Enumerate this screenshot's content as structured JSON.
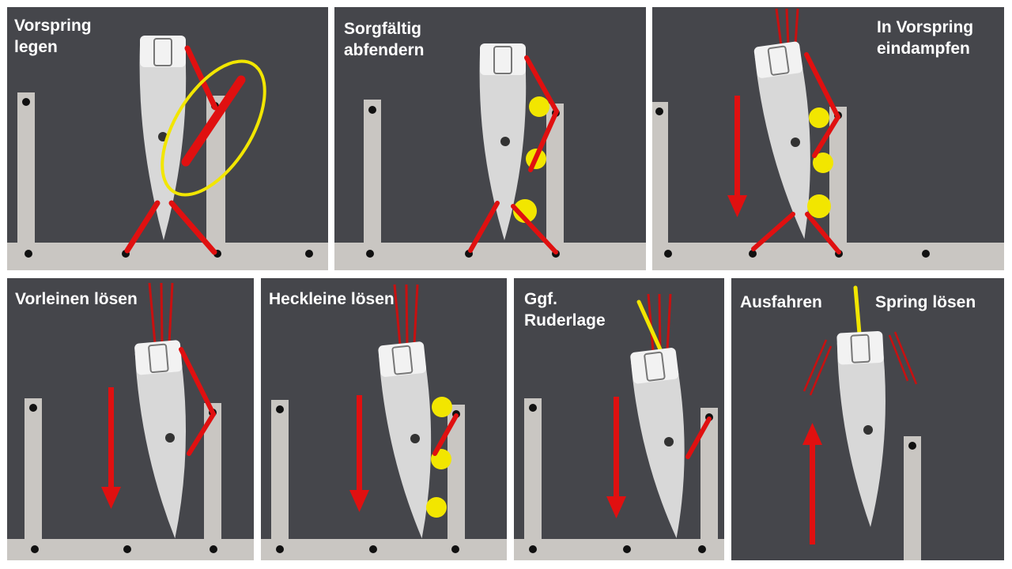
{
  "steps": [
    {
      "caption": "Vorspring\nlegen"
    },
    {
      "caption": "Sorgfältig\nabfendern"
    },
    {
      "caption": "In Vorspring\neindampfen"
    },
    {
      "caption": "Vorleinen lösen"
    },
    {
      "caption": "Heckleine lösen"
    },
    {
      "caption": "Ggf.\nRuderlage"
    },
    {
      "caption_left": "Ausfahren",
      "caption_right": "Spring lösen"
    }
  ],
  "colors": {
    "water": "#45464b",
    "pier": "#c9c6c2",
    "hull": "#d8d8d8",
    "line": "#e01010",
    "fender": "#f2e600",
    "highlight": "#f2e600",
    "text": "#ffffff"
  }
}
